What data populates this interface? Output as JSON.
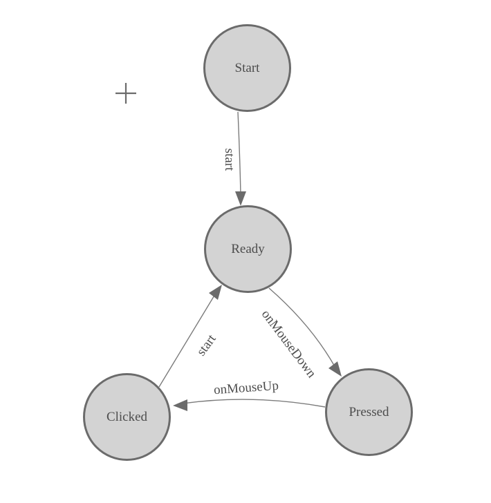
{
  "diagram": {
    "type": "finite-state-machine",
    "nodes": [
      {
        "id": "start",
        "label": "Start"
      },
      {
        "id": "ready",
        "label": "Ready"
      },
      {
        "id": "clicked",
        "label": "Clicked"
      },
      {
        "id": "pressed",
        "label": "Pressed"
      }
    ],
    "edges": [
      {
        "from": "Start",
        "to": "Ready",
        "label": "start"
      },
      {
        "from": "Ready",
        "to": "Pressed",
        "label": "onMouseDown"
      },
      {
        "from": "Pressed",
        "to": "Clicked",
        "label": "onMouseUp"
      },
      {
        "from": "Clicked",
        "to": "Ready",
        "label": "start"
      }
    ]
  },
  "icons": {
    "crosshair": "plus-crosshair-marker"
  },
  "colors": {
    "background": "#ffffff",
    "node_fill": "#d3d3d3",
    "node_stroke": "#6b6b6b",
    "edge_stroke": "#7b7b7b",
    "arrow_fill": "#6b6b6b",
    "label_text": "#4d4d4d"
  }
}
